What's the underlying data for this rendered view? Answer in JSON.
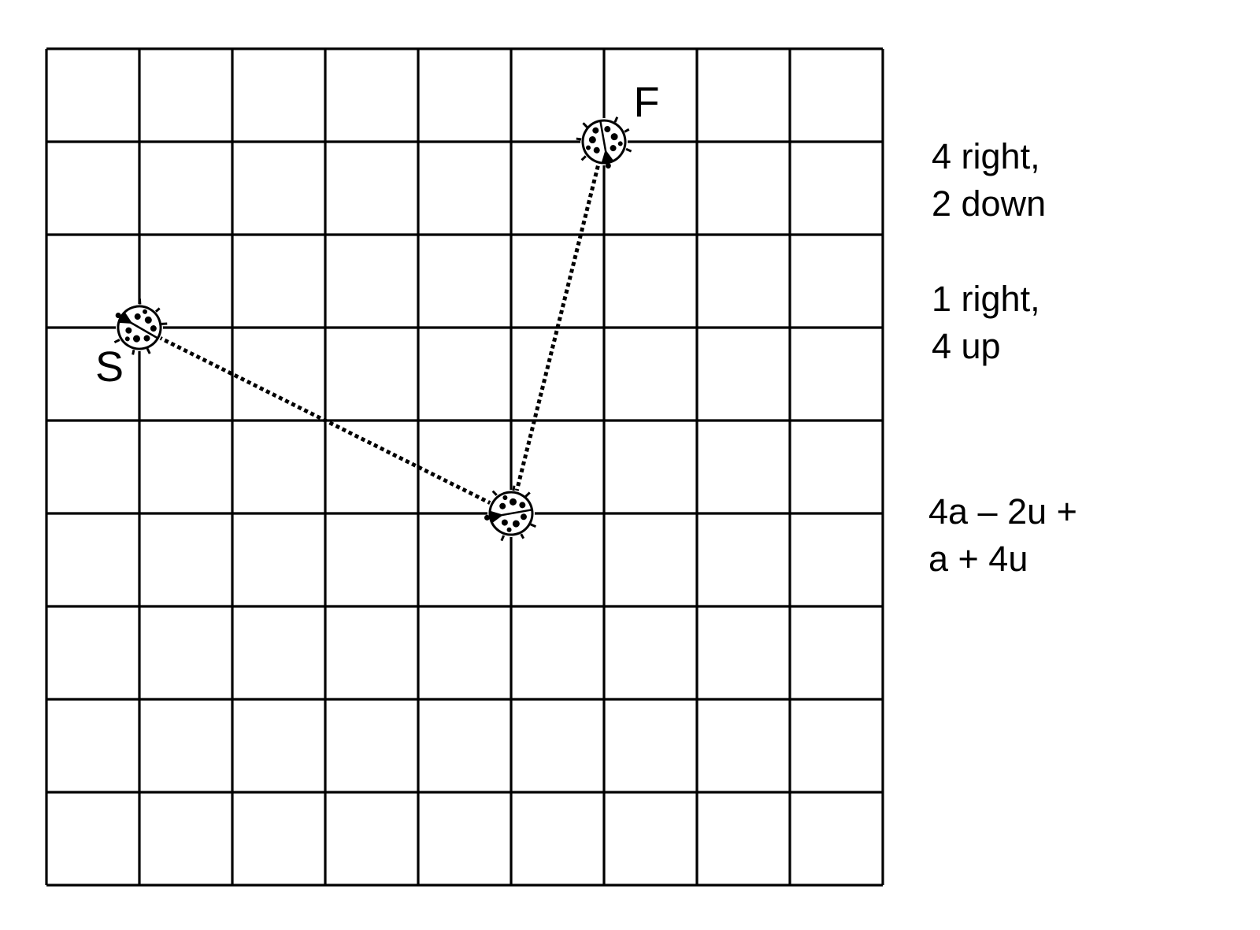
{
  "grid": {
    "columns": 9,
    "rows": 9
  },
  "points": {
    "start": {
      "label": "S",
      "col": 1,
      "row": 3
    },
    "middle": {
      "col": 5,
      "row": 5
    },
    "finish": {
      "label": "F",
      "col": 6,
      "row": 1
    }
  },
  "notes": {
    "move1_line1": "4 right,",
    "move1_line2": "2 down",
    "move2_line1": "1 right,",
    "move2_line2": "4 up",
    "vector_line1": "4a – 2u +",
    "vector_line2": "a + 4u"
  }
}
